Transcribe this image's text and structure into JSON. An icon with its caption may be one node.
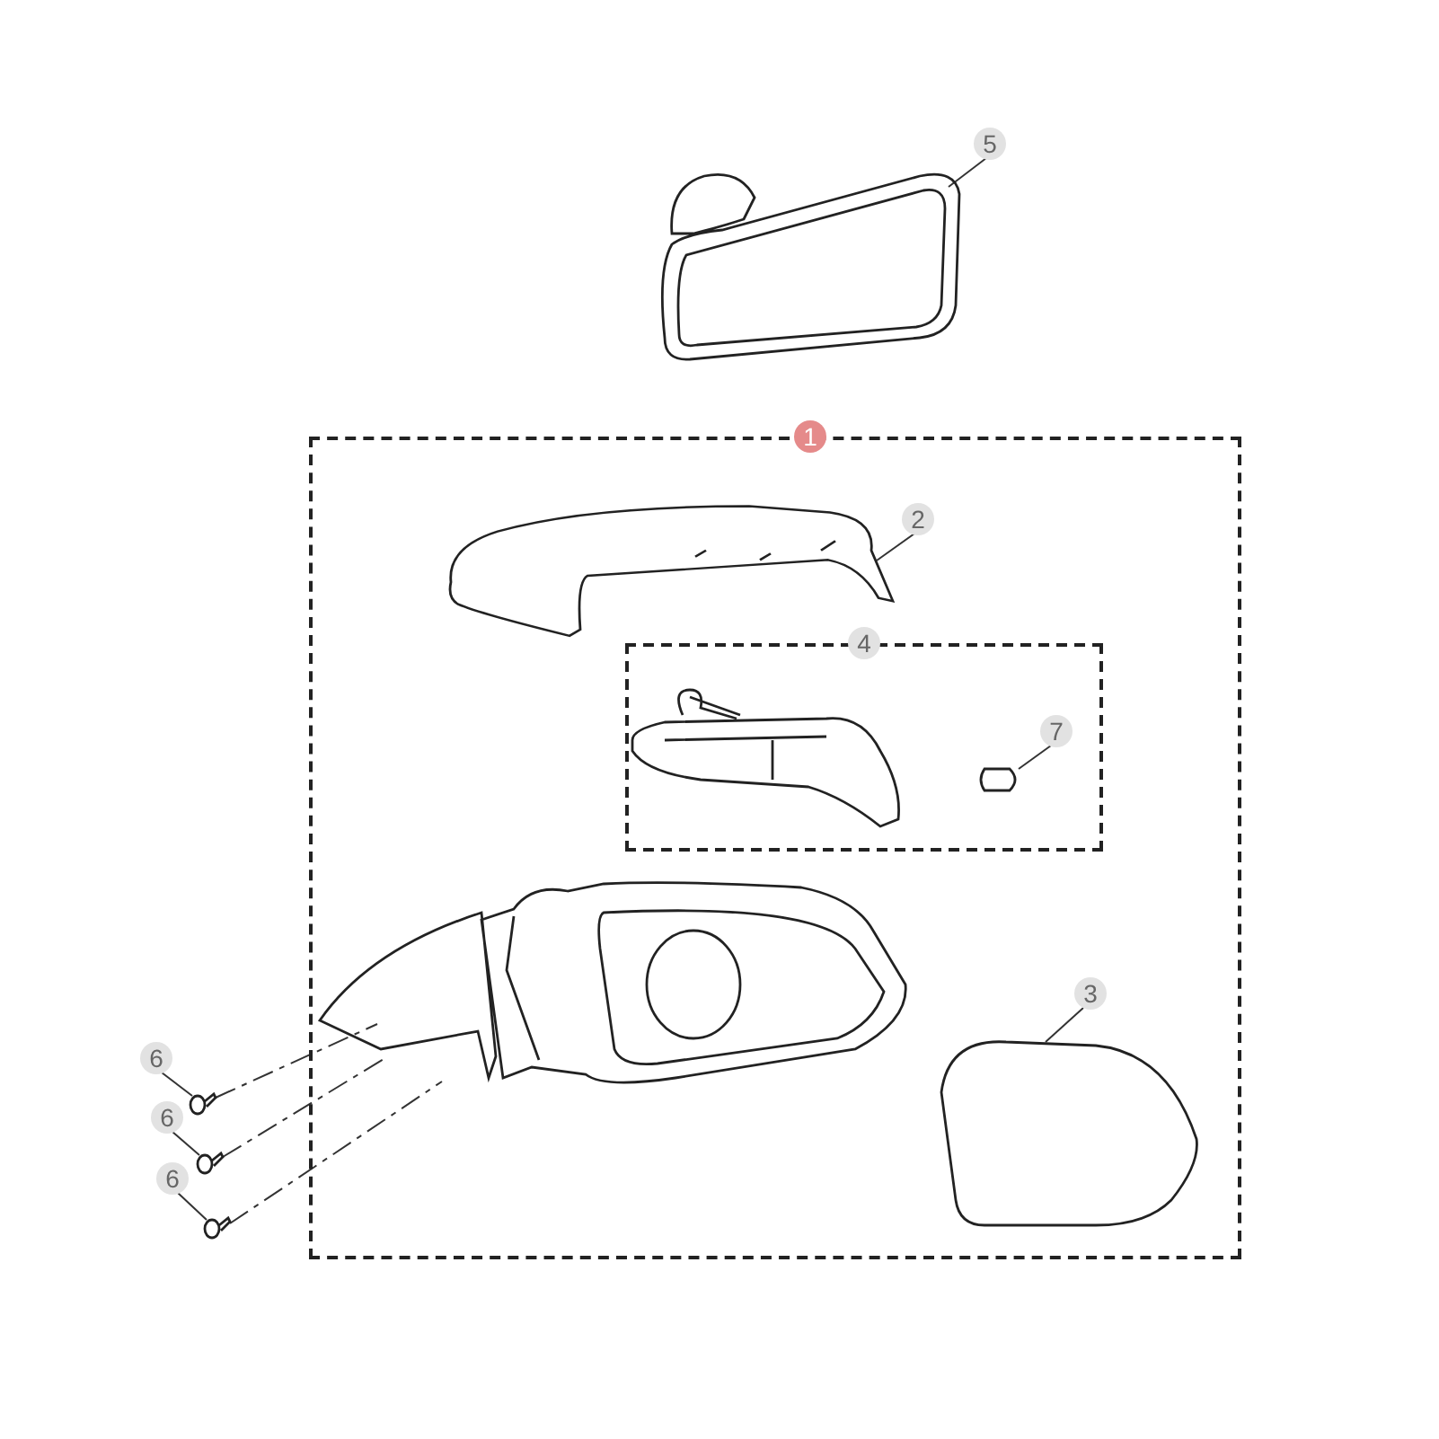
{
  "diagram": {
    "nodes": [
      {
        "text": [
          "5"
        ]
      },
      {
        "text": [],
        "shape": "picture"
      },
      {
        "text": [
          "1"
        ]
      },
      {
        "text": [
          "2"
        ],
        "in": 2
      },
      {
        "text": [],
        "shape": "picture",
        "in": 2
      },
      {
        "text": [
          "4"
        ],
        "in": 2
      },
      {
        "text": [],
        "shape": "picture",
        "in": 5
      },
      {
        "text": [
          "7"
        ],
        "in": 5
      },
      {
        "text": [],
        "shape": "picture",
        "in": 5
      },
      {
        "text": [],
        "shape": "picture",
        "in": 2
      },
      {
        "text": [
          "3"
        ],
        "in": 2
      },
      {
        "text": [],
        "shape": "picture",
        "in": 2
      },
      {
        "text": [
          "6"
        ]
      },
      {
        "text": [
          "6"
        ]
      },
      {
        "text": [
          "6"
        ]
      },
      {
        "text": [],
        "shape": "picture"
      },
      {
        "text": [],
        "shape": "picture"
      },
      {
        "text": [],
        "shape": "picture"
      }
    ],
    "edges": [
      {
        "from": 0,
        "to": 1,
        "arrow": "none"
      },
      {
        "from": 3,
        "to": 4,
        "arrow": "none"
      },
      {
        "from": 7,
        "to": 8,
        "arrow": "none"
      },
      {
        "from": 10,
        "to": 11,
        "arrow": "none"
      },
      {
        "from": 12,
        "to": 15,
        "arrow": "none"
      },
      {
        "from": 13,
        "to": 16,
        "arrow": "none"
      },
      {
        "from": 14,
        "to": 17,
        "arrow": "none"
      },
      {
        "from": 15,
        "to": 9,
        "arrow": "none",
        "style": "dashed"
      },
      {
        "from": 16,
        "to": 9,
        "arrow": "none",
        "style": "dashed"
      },
      {
        "from": 17,
        "to": 9,
        "arrow": "none",
        "style": "dashed"
      }
    ]
  }
}
